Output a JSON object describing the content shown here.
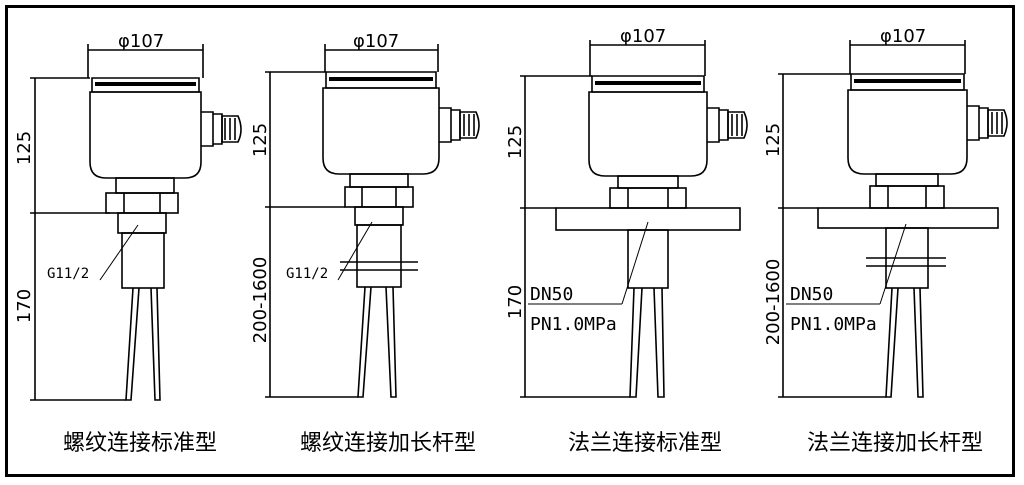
{
  "colors": {
    "line": "#000000",
    "background": "#ffffff"
  },
  "variants": [
    {
      "diameter": "φ107",
      "head_height": "125",
      "body_height": "170",
      "notes": [
        "G11/2"
      ],
      "caption": "螺纹连接标准型"
    },
    {
      "diameter": "φ107",
      "head_height": "125",
      "body_height": "200-1600",
      "notes": [
        "G11/2"
      ],
      "caption": "螺纹连接加长杆型"
    },
    {
      "diameter": "φ107",
      "head_height": "125",
      "body_height": "170",
      "notes": [
        "DN50",
        "PN1.0MPa"
      ],
      "caption": "法兰连接标准型"
    },
    {
      "diameter": "φ107",
      "head_height": "125",
      "body_height": "200-1600",
      "notes": [
        "DN50",
        "PN1.0MPa"
      ],
      "caption": "法兰连接加长杆型"
    }
  ]
}
